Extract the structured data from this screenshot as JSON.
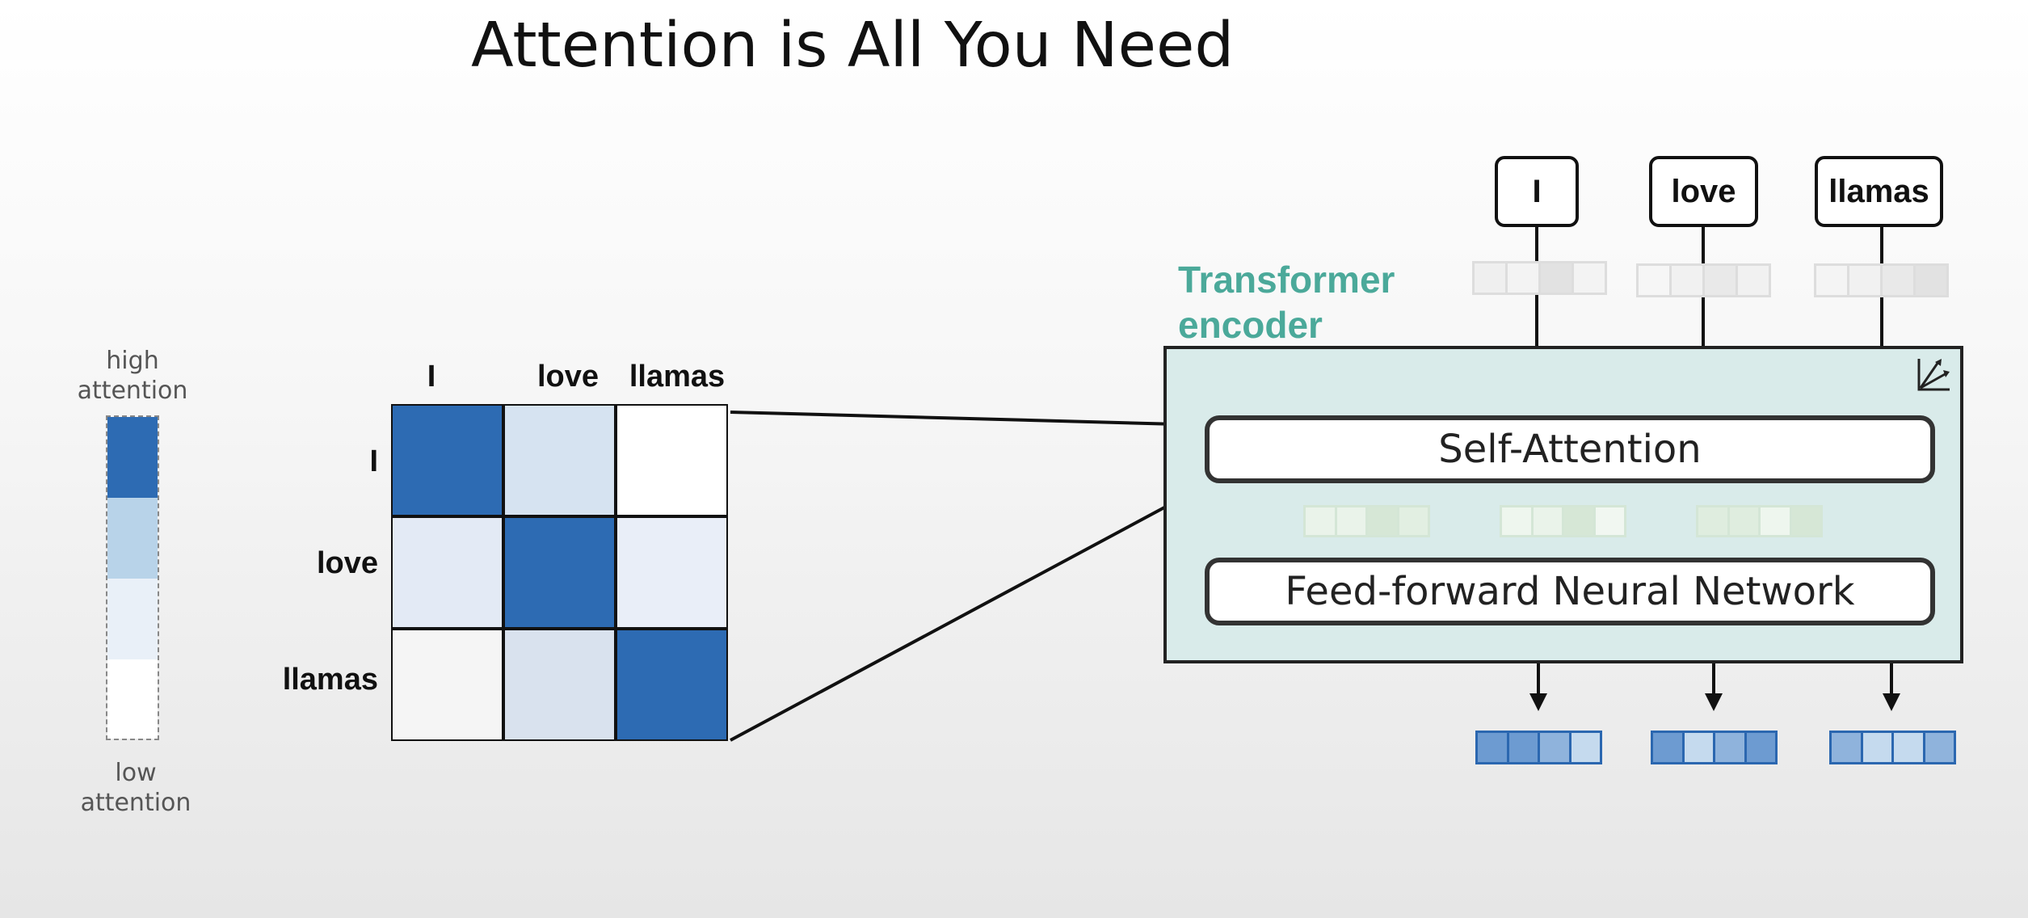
{
  "title": "Attention is All You Need",
  "legend": {
    "high": [
      "high",
      "attention"
    ],
    "low": [
      "low",
      "attention"
    ],
    "colors": [
      "#2d6bb3",
      "#b8d3e9",
      "#e9f0f8",
      "#ffffff"
    ]
  },
  "matrix": {
    "columns": [
      "I",
      "love",
      "llamas"
    ],
    "rows": [
      "I",
      "love",
      "llamas"
    ],
    "cells": [
      [
        "#2d6bb3",
        "#d6e3f1",
        "#ffffff"
      ],
      [
        "#e3eaf5",
        "#2d6bb3",
        "#e9eef8"
      ],
      [
        "#f5f5f5",
        "#d9e2ee",
        "#2d6bb3"
      ]
    ]
  },
  "encoder": {
    "title": [
      "Transformer",
      "encoder"
    ],
    "self_attention": "Self-Attention",
    "ffnn": "Feed-forward Neural Network",
    "corner_icon": "chart-arrows-icon",
    "accent": "#4ba99a",
    "background": "#d9ebea"
  },
  "tokens": [
    "I",
    "love",
    "llamas"
  ],
  "input_vectors": [
    [
      "#efefef",
      "#f3f3f3",
      "#e2e2e2",
      "#f3f3f3"
    ],
    [
      "#f6f6f6",
      "#f1f1f1",
      "#e9e9e9",
      "#f1f1f1"
    ],
    [
      "#f4f4f4",
      "#f1f1f1",
      "#e9e9e9",
      "#e2e2e2"
    ]
  ],
  "middle_vectors": [
    [
      "#eaf3ea",
      "#eaf3ea",
      "#d6e7d6",
      "#e2efe2"
    ],
    [
      "#eef6ee",
      "#eaf3ea",
      "#d6e7d6",
      "#f1f7f1"
    ],
    [
      "#dfeddf",
      "#dfeddf",
      "#eef6ee",
      "#d6e7d6"
    ]
  ],
  "output_vectors": [
    [
      "#6d9bd1",
      "#6d9bd1",
      "#8fb3dc",
      "#c5daee"
    ],
    [
      "#6d9bd1",
      "#c5daee",
      "#8fb3dc",
      "#6d9bd1"
    ],
    [
      "#8fb3dc",
      "#c5daee",
      "#c5daee",
      "#8fb3dc"
    ]
  ]
}
